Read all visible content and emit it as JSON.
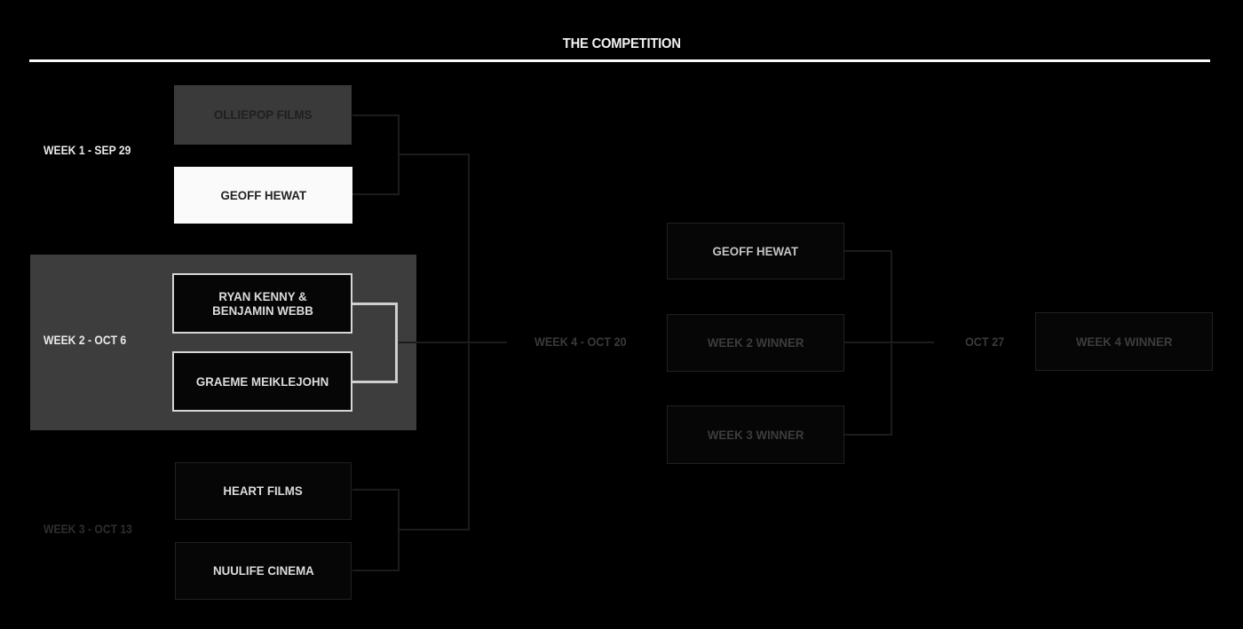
{
  "title": "THE COMPETITION",
  "week1": {
    "label": "WEEK 1 - SEP 29",
    "top": "OLLIEPOP FILMS",
    "bottom": "GEOFF HEWAT"
  },
  "week2": {
    "label": "WEEK 2 - OCT 6",
    "top": "RYAN KENNY & BENJAMIN WEBB",
    "bottom": "GRAEME MEIKLEJOHN"
  },
  "week3": {
    "label": "WEEK 3 - OCT 13",
    "top": "HEART FILMS",
    "bottom": "NUULIFE CINEMA"
  },
  "week4": {
    "label": "WEEK 4 - OCT 20",
    "slot1": "GEOFF HEWAT",
    "slot2": "WEEK 2 WINNER",
    "slot3": "WEEK 3 WINNER"
  },
  "final": {
    "label": "OCT 27",
    "slot": "WEEK 4 WINNER"
  },
  "colors": {
    "background": "#000000",
    "title_text": "#f2f2f2",
    "title_rule": "#fafafa",
    "label_bright": "#e9e9e9",
    "label_dim": "#2e2e2e",
    "label_mid": "#3a3a3a",
    "muted_box_fill": "#3a3a3a",
    "muted_box_text": "#1f1f1f",
    "white_box_fill": "#fafafa",
    "white_box_text": "#222222",
    "week2_panel": "#3d3d3d",
    "black_box_fill": "#060606",
    "light_border": "#d6d6d6",
    "dim_border": "#212121",
    "bright_text": "#dcdcdc",
    "light_text": "#c4c4c4",
    "dim_text": "#3c3c3c",
    "line_dark": "#1c1c1c",
    "line_light": "#cfcfcf"
  }
}
